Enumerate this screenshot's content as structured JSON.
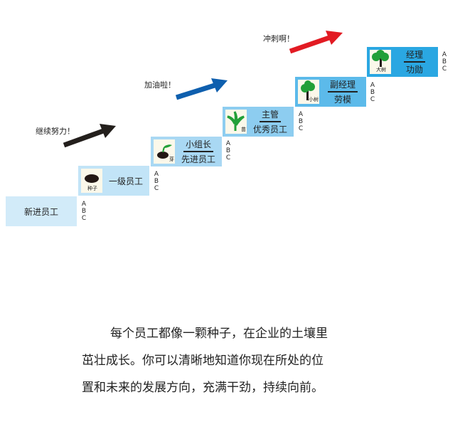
{
  "steps": [
    {
      "title": "新进员工",
      "sub": "",
      "icon": "",
      "color": "#d2ebf9"
    },
    {
      "title": "一级员工",
      "sub": "",
      "icon": "种子",
      "color": "#c2e4f7"
    },
    {
      "title": "小组长",
      "sub": "先进员工",
      "icon": "芽",
      "color": "#a9d8f3"
    },
    {
      "title": "主管",
      "sub": "优秀员工",
      "icon": "苗",
      "color": "#8dcdf0"
    },
    {
      "title": "副经理",
      "sub": "劳模",
      "icon": "小树",
      "color": "#5cbaea"
    },
    {
      "title": "经理",
      "sub": "功勋",
      "icon": "大树",
      "color": "#2aa7e2"
    }
  ],
  "abc": [
    "A",
    "B",
    "C"
  ],
  "slogans": [
    "继续努力！",
    "加油啦！",
    "冲刺啊！"
  ],
  "arrow_colors": [
    "#231f1c",
    "#0e5fae",
    "#e21b23"
  ],
  "paragraph": [
    "每个员工都像一颗种子，在企业的土壤里",
    "茁壮成长。你可以清晰地知道你现在所处的位",
    "置和未来的发展方向，充满干劲，持续向前。"
  ]
}
